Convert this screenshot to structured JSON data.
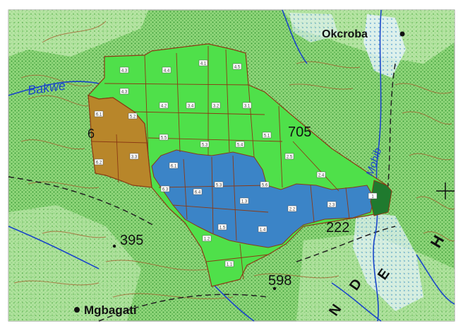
{
  "colors": {
    "background_green": "#7fcf6a",
    "hatch_green": "#3f9e3a",
    "light_green_zone": "#4fe04a",
    "blue_zone": "#3b84c7",
    "orange_zone": "#b8862a",
    "dark_green_zone": "#1f7a2e",
    "boundary": "#8b3a14",
    "river": "#1a46c8",
    "contour": "#a55a2a"
  },
  "places": [
    {
      "id": "okcroba",
      "name": "Okcroba"
    },
    {
      "id": "mgbagati",
      "name": "Mgbagati"
    }
  ],
  "rivers": [
    {
      "id": "bakwe",
      "name": "Bakwe"
    },
    {
      "id": "mohib",
      "name": "Mohib"
    }
  ],
  "heights": [
    {
      "id": "h705",
      "value": "705"
    },
    {
      "id": "h395",
      "value": "395"
    },
    {
      "id": "h222",
      "value": "222"
    },
    {
      "id": "h598",
      "value": "598"
    },
    {
      "id": "h6",
      "value": "6"
    }
  ],
  "letters": [
    "N",
    "D",
    "E",
    "H"
  ],
  "cell_labels": [
    "4.3",
    "4.4",
    "4.1",
    "4.5",
    "4.3",
    "4.2",
    "3.4",
    "3.2",
    "3.1",
    "5.1",
    "5.2",
    "5.5",
    "5.3",
    "5.4",
    "6.1",
    "6.2",
    "3.3",
    "2.5",
    "2.4",
    "6.1",
    "6.3",
    "6.4",
    "5.3",
    "5.6",
    "1.3",
    "1.4",
    "1.5",
    "1.2",
    "2.2",
    "2.3",
    "1.1",
    "1"
  ]
}
